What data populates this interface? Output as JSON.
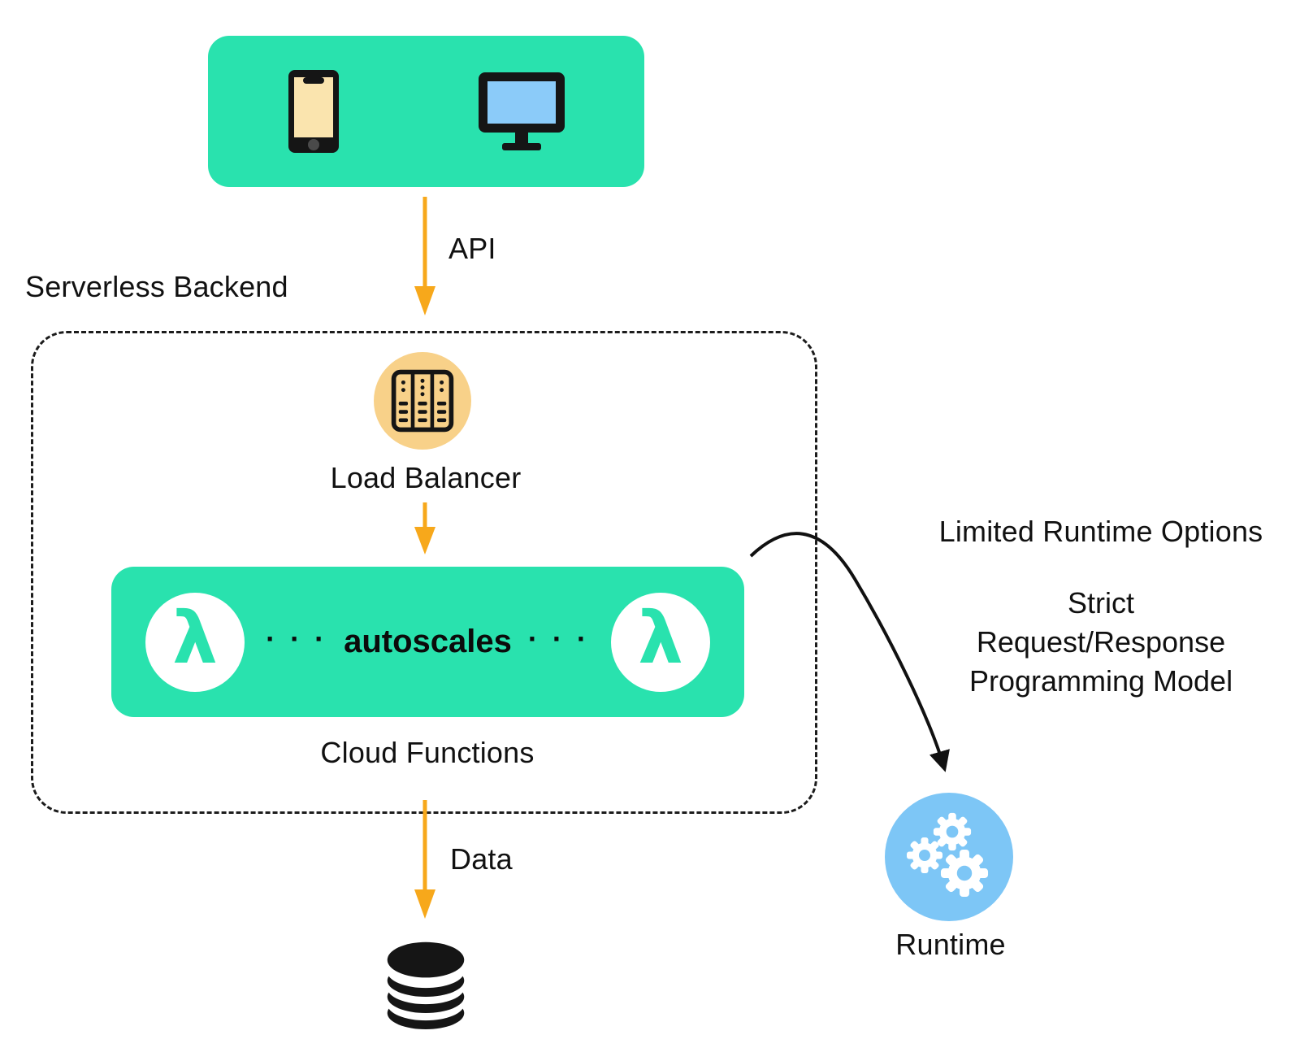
{
  "colors": {
    "teal": "#29E2AE",
    "orange": "#F7A81B",
    "tan": "#F8D189",
    "cream": "#FAE4AE",
    "screen_blue": "#8BCBF9",
    "runtime_blue": "#7DC6F6",
    "ink": "#151515",
    "text": "#111111"
  },
  "labels": {
    "serverless_backend": "Serverless Backend",
    "api": "API",
    "load_balancer": "Load Balancer",
    "dots": "· · ·",
    "autoscales": "autoscales",
    "cloud_functions": "Cloud Functions",
    "data": "Data",
    "limited_runtime_options": "Limited Runtime Options",
    "strict_line1": "Strict",
    "strict_line2": "Request/Response",
    "strict_line3": "Programming Model",
    "runtime": "Runtime",
    "lambda": "λ"
  },
  "icons": {
    "smartphone": "smartphone-icon",
    "desktop_monitor": "desktop-monitor-icon",
    "server_rack": "server-rack-icon",
    "lambda_left": "lambda-icon",
    "lambda_right": "lambda-icon",
    "database": "database-icon",
    "gears": "gears-icon"
  }
}
